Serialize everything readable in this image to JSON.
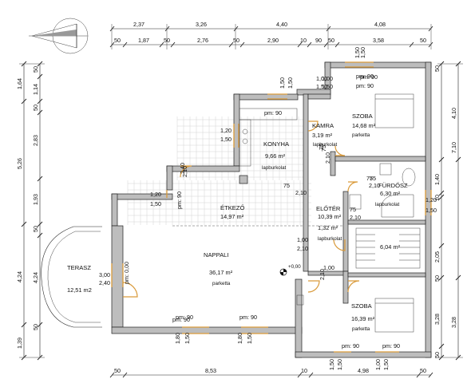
{
  "rooms": [
    {
      "name": "SZOBA",
      "area": "14,68 m²",
      "floor": "parketta"
    },
    {
      "name": "KAMRA",
      "area": "3,19 m²",
      "floor": "lapburkolat"
    },
    {
      "name": "KONYHA",
      "area": "9,66 m²",
      "floor": "lapburkolat"
    },
    {
      "name": "FÜRDŐSZ",
      "area": "6,30 m²",
      "floor": "lapburkolat"
    },
    {
      "name": "ÉTKEZŐ",
      "area": "14,97 m²",
      "floor": ""
    },
    {
      "name": "ELŐTÉR",
      "area": "10,39 m²",
      "floor": ""
    },
    {
      "name": "NAPPALI",
      "area": "36,17 m²",
      "floor": "parketta"
    },
    {
      "name": "",
      "area": "6,04 m²",
      "floor": ""
    },
    {
      "name": "SZOBA",
      "area": "16,39 m²",
      "floor": "parketta"
    },
    {
      "name": "TERASZ",
      "area": "12,51 m2",
      "floor": ""
    }
  ],
  "annotations": {
    "level": "+0,00",
    "elotter_floor2": "1,32 m²",
    "elotter_floor3": "lapburkolat"
  },
  "dims_top_outer": [
    "2,37",
    "3,26",
    "4,40",
    "4,08"
  ],
  "dims_top_inner": [
    "50",
    "1,87",
    "50",
    "2,76",
    "50",
    "2,90",
    "10",
    "90",
    "50",
    "3,58",
    "50"
  ],
  "dims_bottom": [
    "50",
    "8,53",
    "10",
    "4,98",
    "50"
  ],
  "dims_left_outer": [
    "1,64",
    "5,26",
    "4,24",
    "1,39"
  ],
  "dims_left_inner": [
    "50",
    "1,14",
    "50",
    "2,83",
    "1,93",
    "50",
    "4,24",
    "50"
  ],
  "dims_right_outer": [
    "4,10",
    "7,10",
    "3,28"
  ],
  "dims_right_inner": [
    "50",
    "1,40",
    "10",
    "2,05",
    "50",
    "3,28",
    "50"
  ],
  "openings": [
    "1,50",
    "1,50",
    "1,00",
    "1,50",
    "pm: 90",
    "pm: 90",
    "1,20",
    "1,50",
    "1,20",
    "1,50",
    "pm: 90",
    "75",
    "2,40",
    "2,10",
    "75",
    "2,10",
    "75",
    "75",
    "2,10",
    "1,20",
    "1,50",
    "pm: 90",
    "3,00",
    "2,40",
    "pm: 0,00",
    "1,00",
    "2,10",
    "1,00",
    "2,10",
    "pm: 90",
    "pm: 90",
    "1,80",
    "1,50",
    "1,80",
    "1,50",
    "pm: 90",
    "pm: 90",
    "1,50",
    "1,50",
    "1,00",
    "1,50",
    "pm: 90",
    "pm: 90",
    "1,50",
    "1,50",
    "1,00",
    "1,50",
    "75",
    "2,10",
    "75",
    "2,10"
  ]
}
